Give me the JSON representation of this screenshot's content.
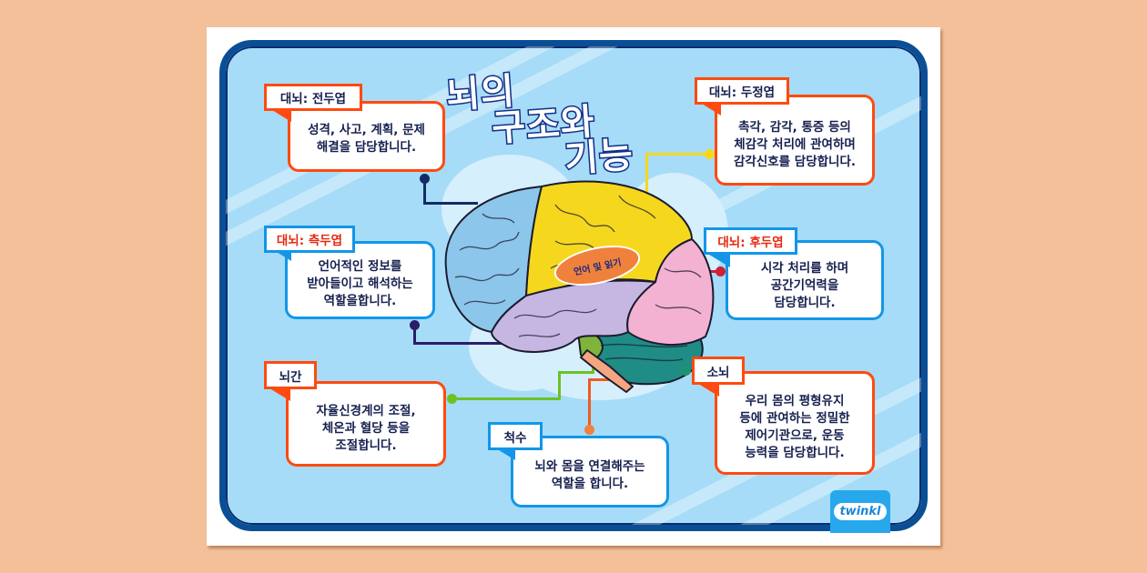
{
  "title": {
    "line1": "뇌의",
    "line2": "구조와",
    "line3": "기능"
  },
  "brain": {
    "oval_label": "언어 및 읽기",
    "regions": [
      {
        "name": "frontal",
        "color": "#8cc6ea"
      },
      {
        "name": "parietal",
        "color": "#f5d81e"
      },
      {
        "name": "temporal",
        "color": "#c6b6e2"
      },
      {
        "name": "occipital",
        "color": "#f3b2d2"
      },
      {
        "name": "cerebellum",
        "color": "#1f8c86"
      },
      {
        "name": "brainstem",
        "color": "#7fb43a"
      },
      {
        "name": "spinal",
        "color": "#f4a680"
      }
    ]
  },
  "cards": {
    "frontal": {
      "tag": "대뇌: 전두엽",
      "text": "성격, 사고, 계획, 문제\n해결을 담당합니다.",
      "line_color": "#142a66"
    },
    "parietal": {
      "tag": "대뇌: 두정엽",
      "text": "촉각, 감각, 통증 등의\n체감각 처리에 관여하며\n감각신호를 담당합니다.",
      "line_color": "#f5d81e"
    },
    "temporal": {
      "tag": "대뇌: 측두엽",
      "text": "언어적인 정보를\n받아들이고 해석하는\n역할을합니다.",
      "line_color": "#2a1d6a"
    },
    "occipital": {
      "tag": "대뇌: 후두엽",
      "text": "시각 처리를 하며\n공간기억력을\n담당합니다.",
      "line_color": "#d01f36"
    },
    "brainstem": {
      "tag": "뇌간",
      "text": "자율신경계의 조절,\n체온과 혈당 등을\n조절합니다.",
      "line_color": "#6cc226"
    },
    "spinal": {
      "tag": "척수",
      "text": "뇌와 몸을 연결해주는\n역할을 합니다.",
      "line_color": "#f05a24"
    },
    "cerebellum": {
      "tag": "소뇌",
      "text": "우리 몸의 평형유지\n등에 관여하는 정밀한\n제어기관으로, 운동\n능력을 담당합니다.",
      "line_color": "#1f9272"
    }
  },
  "logo": {
    "text": "twinkl"
  },
  "colors": {
    "page_bg": "#f4c09a",
    "panel_bg": "#a6dcf7",
    "panel_border": "#0a4f96",
    "orange_border": "#ff4a10",
    "blue_border": "#1396e8",
    "text": "#16204f",
    "tag_red": "#e8280c"
  }
}
